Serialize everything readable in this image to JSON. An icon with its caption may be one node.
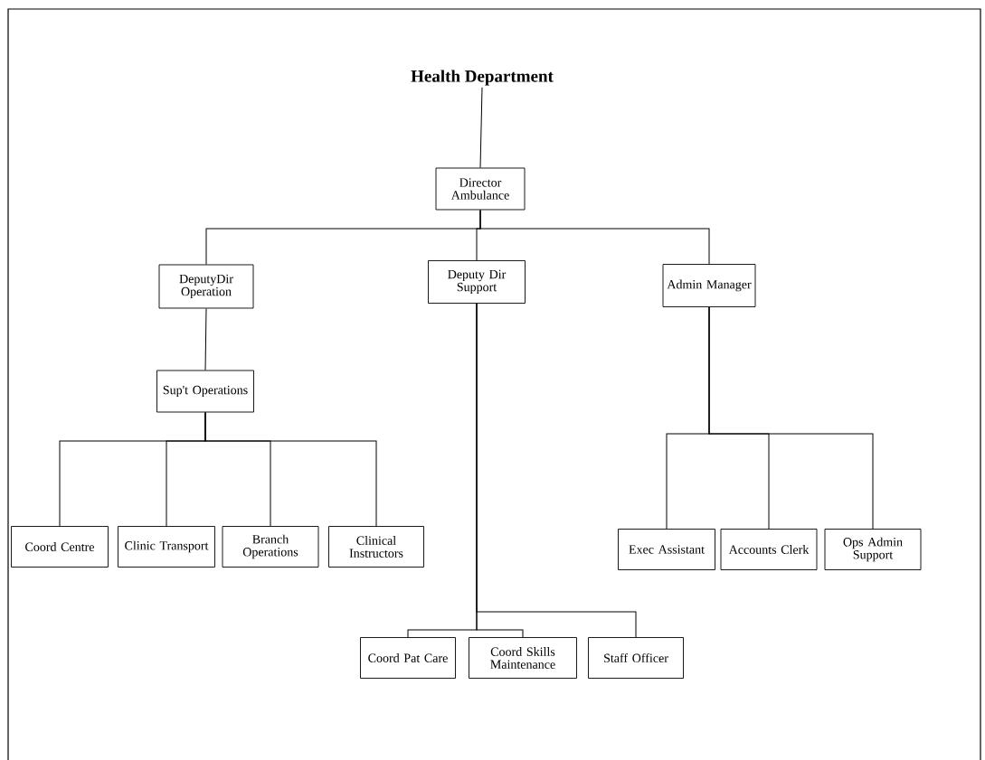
{
  "diagram": {
    "nodes": [
      {
        "text": [
          "Health Department"
        ]
      },
      {
        "text": [
          "Director Ambulance"
        ]
      },
      {
        "text": [
          "DeputyDir Operation"
        ]
      },
      {
        "text": [
          "Deputy Dir Support"
        ]
      },
      {
        "text": [
          "Admin Manager"
        ]
      },
      {
        "text": [
          "Sup't Operations"
        ]
      },
      {
        "text": [
          "Coord Centre"
        ]
      },
      {
        "text": [
          "Clinic Transport"
        ]
      },
      {
        "text": [
          "Branch Operations"
        ]
      },
      {
        "text": [
          "Clinical Instructors"
        ]
      },
      {
        "text": [
          "Exec Assistant"
        ]
      },
      {
        "text": [
          "Accounts Clerk"
        ]
      },
      {
        "text": [
          "Ops Admin Support"
        ]
      },
      {
        "text": [
          "Coord Pat Care"
        ]
      },
      {
        "text": [
          "Coord Skills Maintenance"
        ]
      },
      {
        "text": [
          "Staff Officer"
        ]
      }
    ],
    "edges": [
      {
        "from": 0,
        "to": 1,
        "arrow": "none"
      },
      {
        "from": 1,
        "to": 2,
        "arrow": "none"
      },
      {
        "from": 1,
        "to": 3,
        "arrow": "none"
      },
      {
        "from": 1,
        "to": 4,
        "arrow": "none"
      },
      {
        "from": 2,
        "to": 5,
        "arrow": "none"
      },
      {
        "from": 5,
        "to": 6,
        "arrow": "none"
      },
      {
        "from": 5,
        "to": 7,
        "arrow": "none"
      },
      {
        "from": 5,
        "to": 8,
        "arrow": "none"
      },
      {
        "from": 5,
        "to": 9,
        "arrow": "none"
      },
      {
        "from": 4,
        "to": 10,
        "arrow": "none"
      },
      {
        "from": 4,
        "to": 11,
        "arrow": "none"
      },
      {
        "from": 4,
        "to": 12,
        "arrow": "none"
      },
      {
        "from": 3,
        "to": 13,
        "arrow": "none"
      },
      {
        "from": 3,
        "to": 14,
        "arrow": "none"
      },
      {
        "from": 3,
        "to": 15,
        "arrow": "none"
      }
    ]
  }
}
